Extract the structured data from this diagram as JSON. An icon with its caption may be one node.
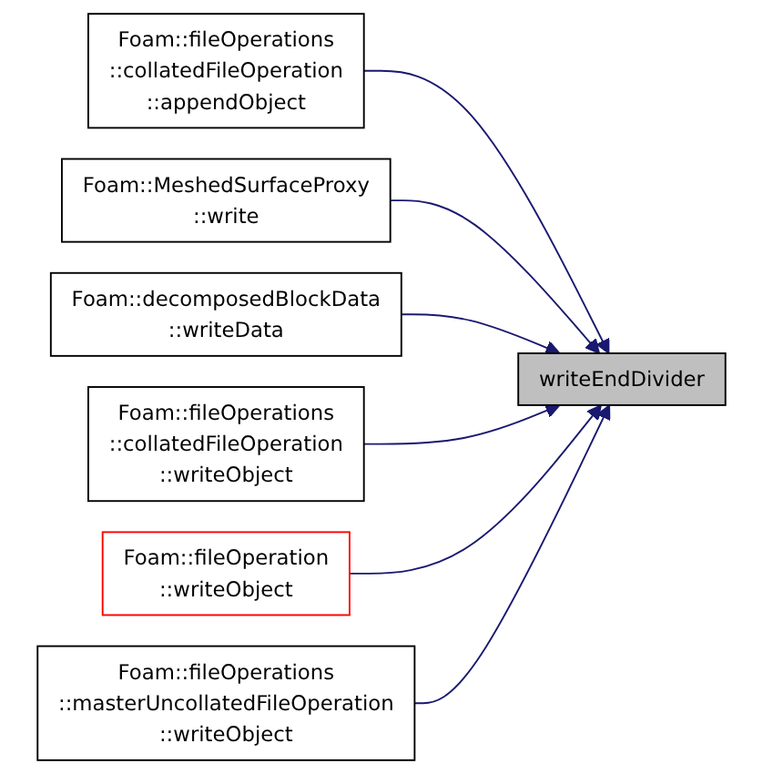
{
  "diagram": {
    "nodes": [
      {
        "text": [
          "Foam::fileOperations ::collatedFileOperation ::appendObject"
        ]
      },
      {
        "text": [
          "Foam::MeshedSurfaceProxy ::write"
        ]
      },
      {
        "text": [
          "Foam::decomposedBlockData ::writeData"
        ]
      },
      {
        "text": [
          "Foam::fileOperations ::collatedFileOperation ::writeObject"
        ]
      },
      {
        "text": [
          "Foam::fileOperation ::writeObject"
        ]
      },
      {
        "text": [
          "Foam::fileOperations ::masterUncollatedFileOperation ::writeObject"
        ]
      },
      {
        "text": [
          "writeEndDivider"
        ]
      }
    ],
    "edges": [
      {
        "from": 0,
        "to": 6,
        "arrow": "to"
      },
      {
        "from": 1,
        "to": 6,
        "arrow": "to"
      },
      {
        "from": 2,
        "to": 6,
        "arrow": "to"
      },
      {
        "from": 3,
        "to": 6,
        "arrow": "to"
      },
      {
        "from": 4,
        "to": 6,
        "arrow": "to"
      },
      {
        "from": 5,
        "to": 6,
        "arrow": "to"
      }
    ]
  }
}
